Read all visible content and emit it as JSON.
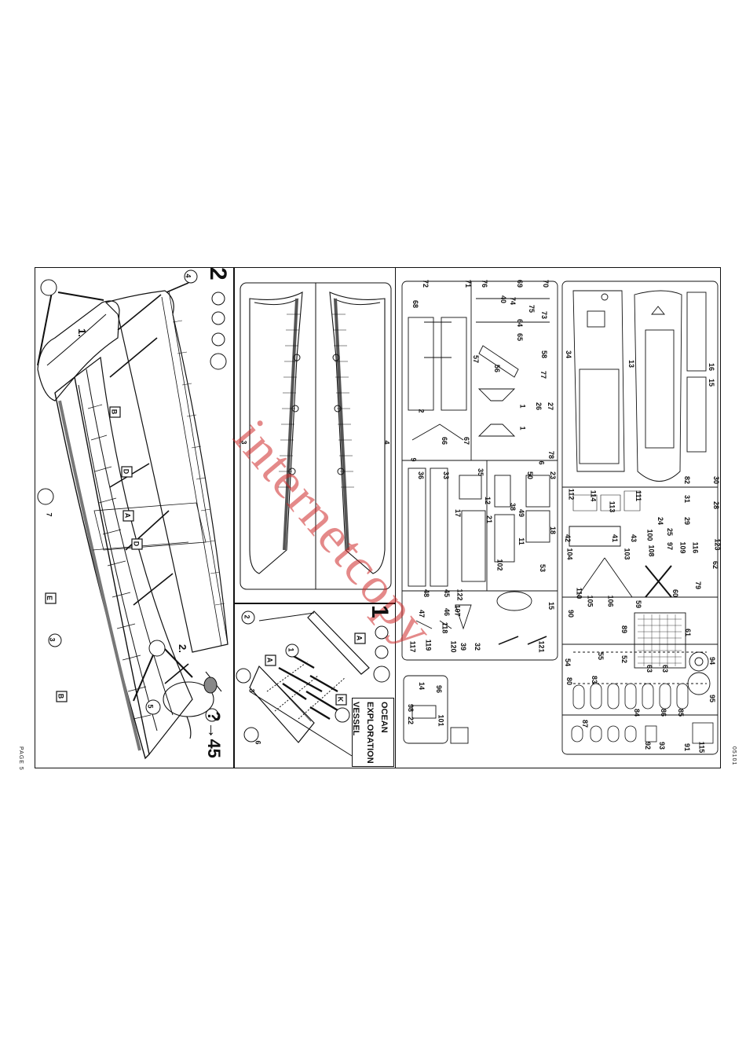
{
  "page": {
    "page_label": "PAGE 5",
    "code": "05101"
  },
  "watermark": "internetcopy",
  "step2": {
    "step_number": "2",
    "sub1": "1.",
    "sub2": "2.",
    "arrow_ref": "?→45",
    "part_numbers": [
      "3",
      "4",
      "5",
      "7"
    ],
    "letter_tags": [
      "B",
      "D",
      "A",
      "D",
      "E",
      "B"
    ]
  },
  "step1": {
    "step_number": "1",
    "part_numbers": [
      "1",
      "2",
      "3",
      "6"
    ],
    "letter_tags": [
      "A",
      "A",
      "K"
    ],
    "title_lines": [
      "OCEAN",
      "EXPLORATION",
      "VESSEL"
    ]
  },
  "hull_sprue": {
    "labels": [
      "3",
      "4"
    ]
  },
  "sprue_a": {
    "labels": [
      "72",
      "71",
      "76",
      "69",
      "70",
      "68",
      "40",
      "74",
      "75",
      "73",
      "64",
      "65",
      "58",
      "57",
      "56",
      "77",
      "1",
      "2",
      "26",
      "27",
      "66",
      "67",
      "1",
      "78",
      "9",
      "6",
      "36",
      "33",
      "35",
      "23",
      "50",
      "12",
      "38",
      "17",
      "21",
      "49",
      "18",
      "11",
      "102",
      "53",
      "48",
      "45",
      "46",
      "47",
      "107",
      "122",
      "120",
      "118",
      "119",
      "117",
      "32",
      "39",
      "121",
      "15"
    ]
  },
  "sprue_b": {
    "labels": [
      "34",
      "13",
      "16",
      "15",
      "30",
      "28",
      "82",
      "31",
      "29",
      "24",
      "25",
      "97",
      "100",
      "108",
      "109",
      "112",
      "114",
      "111",
      "113",
      "42",
      "104",
      "103",
      "43",
      "41",
      "123",
      "62",
      "116",
      "79",
      "110",
      "105",
      "106",
      "90",
      "59",
      "60",
      "89",
      "61",
      "54",
      "55",
      "52",
      "94",
      "80",
      "83",
      "63",
      "63",
      "87",
      "84",
      "86",
      "85",
      "95",
      "92",
      "93",
      "91",
      "115"
    ]
  },
  "small_sprue": {
    "labels": [
      "96",
      "14",
      "98",
      "22",
      "101"
    ]
  }
}
